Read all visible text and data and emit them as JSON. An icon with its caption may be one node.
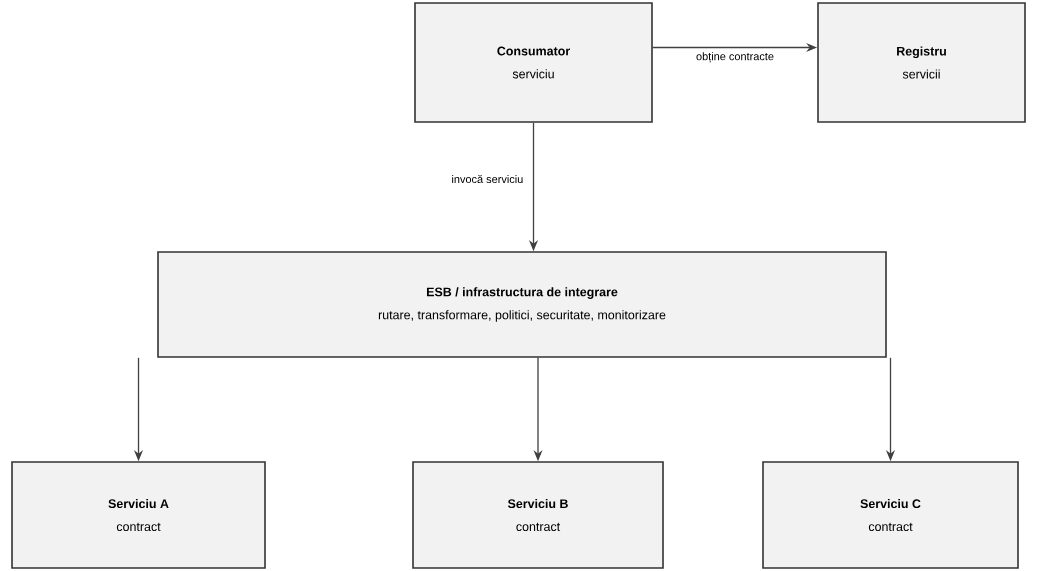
{
  "diagram": {
    "nodes": [
      {
        "text": [
          "Consumator",
          "serviciu"
        ]
      },
      {
        "text": [
          "Registru",
          "servicii"
        ]
      },
      {
        "text": [
          "ESB / infrastructura de integrare",
          "rutare, transformare, politici, securitate, monitorizare"
        ]
      },
      {
        "text": [
          "Serviciu A",
          "contract"
        ]
      },
      {
        "text": [
          "Serviciu B",
          "contract"
        ]
      },
      {
        "text": [
          "Serviciu C",
          "contract"
        ]
      }
    ],
    "edges": [
      {
        "from": 0,
        "to": 1,
        "arrow": "to",
        "label": "obține contracte"
      },
      {
        "from": 0,
        "to": 2,
        "arrow": "to",
        "label": "invocă serviciu"
      },
      {
        "from": 2,
        "to": 3,
        "arrow": "to"
      },
      {
        "from": 2,
        "to": 4,
        "arrow": "to"
      },
      {
        "from": 2,
        "to": 5,
        "arrow": "to"
      }
    ]
  }
}
